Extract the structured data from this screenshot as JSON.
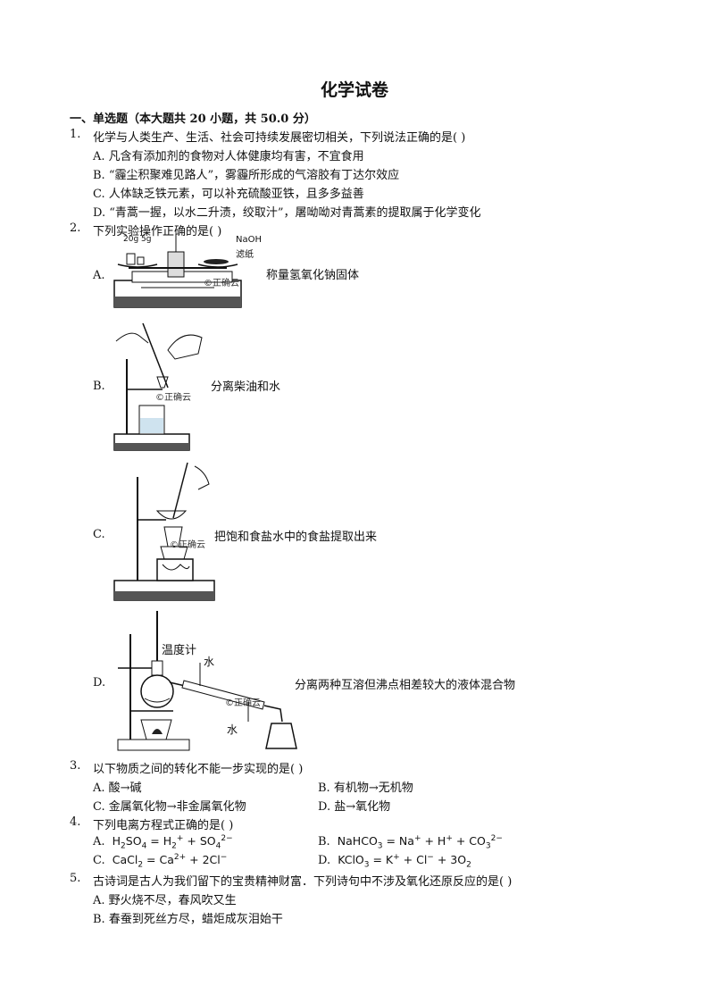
{
  "title": "化学试卷",
  "section": "一、单选题（本大题共 20 小题，共 50.0 分）",
  "watermark": "©正确云",
  "questions": [
    {
      "num": "1.",
      "stem": "化学与人类生产、生活、社会可持续发展密切相关，下列说法正确的是(    )",
      "options": [
        "A.  凡含有添加剂的食物对人体健康均有害，不宜食用",
        "B. “霾尘积聚难见路人”，雾霾所形成的气溶胶有丁达尔效应",
        "C.  人体缺乏铁元素，可以补充硫酸亚铁，且多多益善",
        "D. “青蒿一握，以水二升渍，绞取汁”，屠呦呦对青蒿素的提取属于化学变化"
      ]
    },
    {
      "num": "2.",
      "stem": "下列实验操作正确的是(    )",
      "options": [
        {
          "letter": "A.",
          "caption": "称量氢氧化钠固体",
          "labels": [
            "20g 5g",
            "NaOH",
            "滤纸"
          ]
        },
        {
          "letter": "B.",
          "caption": "分离柴油和水"
        },
        {
          "letter": "C.",
          "caption": "把饱和食盐水中的食盐提取出来"
        },
        {
          "letter": "D.",
          "caption": "分离两种互溶但沸点相差较大的液体混合物",
          "labels": [
            "温度计",
            "水",
            "水"
          ]
        }
      ]
    },
    {
      "num": "3.",
      "stem": "以下物质之间的转化不能一步实现的是(    )",
      "options": [
        "A.  酸→碱",
        "B.  有机物→无机物",
        "C.  金属氧化物→非金属氧化物",
        "D.  盐→氧化物"
      ]
    },
    {
      "num": "4.",
      "stem": "下列电离方程式正确的是(    )",
      "options": [
        "A.",
        "B.",
        "C.",
        "D."
      ]
    },
    {
      "num": "5.",
      "stem": "古诗词是古人为我们留下的宝贵精神财富．下列诗句中不涉及氧化还原反应的是(    )",
      "options": [
        "A.  野火烧不尽，春风吹又生",
        "B.  春蚕到死丝方尽，蜡炬成灰泪始干"
      ]
    }
  ]
}
